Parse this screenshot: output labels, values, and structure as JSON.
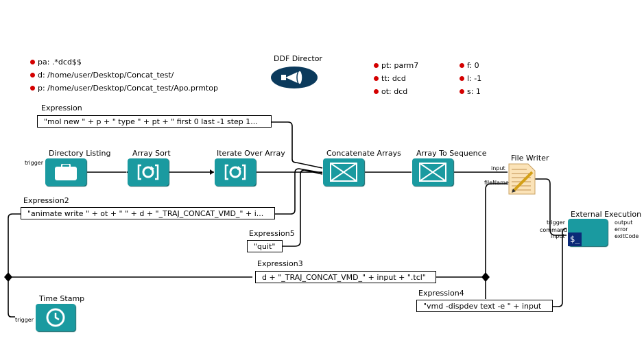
{
  "director": {
    "label": "DDF Director"
  },
  "parameters_left": [
    {
      "text": "pa: .*dcd$$"
    },
    {
      "text": "d: /home/user/Desktop/Concat_test/"
    },
    {
      "text": "p: /home/user/Desktop/Concat_test/Apo.prmtop"
    }
  ],
  "parameters_mid": [
    {
      "text": "pt: parm7"
    },
    {
      "text": "tt: dcd"
    },
    {
      "text": "ot: dcd"
    }
  ],
  "parameters_right": [
    {
      "text": "f: 0"
    },
    {
      "text": "l: -1"
    },
    {
      "text": "s: 1"
    }
  ],
  "expression": {
    "title": "Expression",
    "value": "\"mol new \" + p + \" type \" + pt + \" first 0 last -1 step 1..."
  },
  "expression2": {
    "title": "Expression2",
    "value": "\"animate write \" + ot + \" \" + d + \"_TRAJ_CONCAT_VMD_\" + i..."
  },
  "expression3": {
    "title": "Expression3",
    "value": "d + \"_TRAJ_CONCAT_VMD_\" + input + \".tcl\""
  },
  "expression4": {
    "title": "Expression4",
    "value": "\"vmd -dispdev text -e \" + input"
  },
  "expression5": {
    "title": "Expression5",
    "value": "\"quit\""
  },
  "actors": {
    "directory_listing": {
      "title": "Directory Listing",
      "port": "trigger"
    },
    "array_sort": {
      "title": "Array Sort"
    },
    "iterate_over_array": {
      "title": "Iterate Over Array"
    },
    "concatenate_arrays": {
      "title": "Concatenate Arrays"
    },
    "array_to_sequence": {
      "title": "Array To Sequence"
    },
    "file_writer": {
      "title": "File Writer",
      "port_input": "input",
      "port_filename": "fileName"
    },
    "external_execution": {
      "title": "External Execution",
      "port_trigger": "trigger",
      "port_command": "command",
      "port_input": "input",
      "port_output": "output",
      "port_error": "error",
      "port_exitcode": "exitCode"
    },
    "time_stamp": {
      "title": "Time Stamp",
      "port": "trigger"
    }
  },
  "colors": {
    "actor": "#1a9aa0",
    "param_dot": "#d40000",
    "director": "#0b3a5c"
  }
}
